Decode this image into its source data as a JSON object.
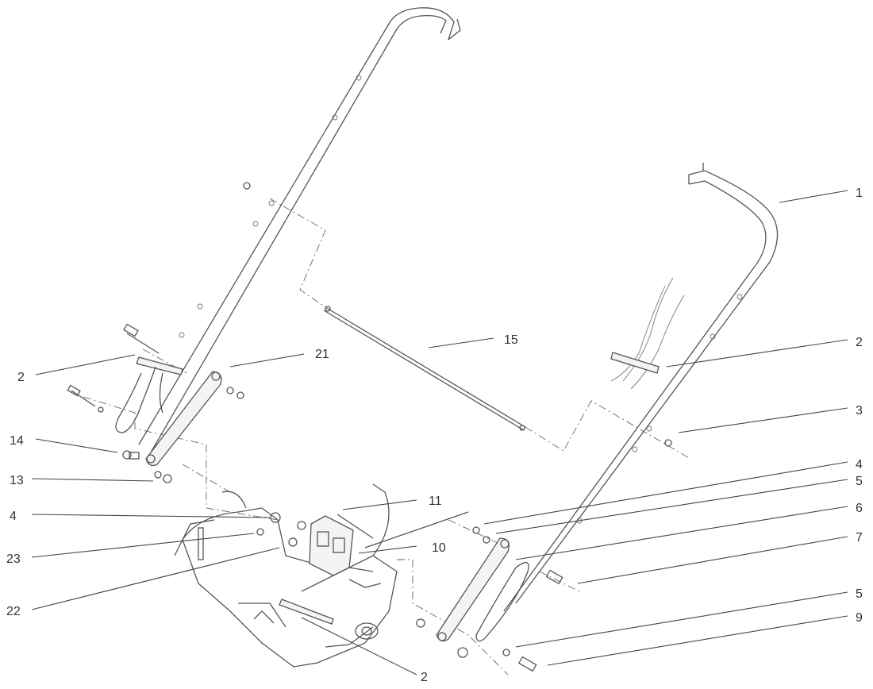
{
  "callouts": {
    "c1": "1",
    "c2_left": "2",
    "c2_right": "2",
    "c2_bottom": "2",
    "c3": "3",
    "c4_left": "4",
    "c4_right": "4",
    "c5_upper": "5",
    "c5_lower": "5",
    "c6": "6",
    "c7": "7",
    "c9": "9",
    "c10": "10",
    "c11": "11",
    "c13": "13",
    "c14": "14",
    "c15": "15",
    "c21": "21",
    "c22": "22",
    "c23": "23"
  }
}
